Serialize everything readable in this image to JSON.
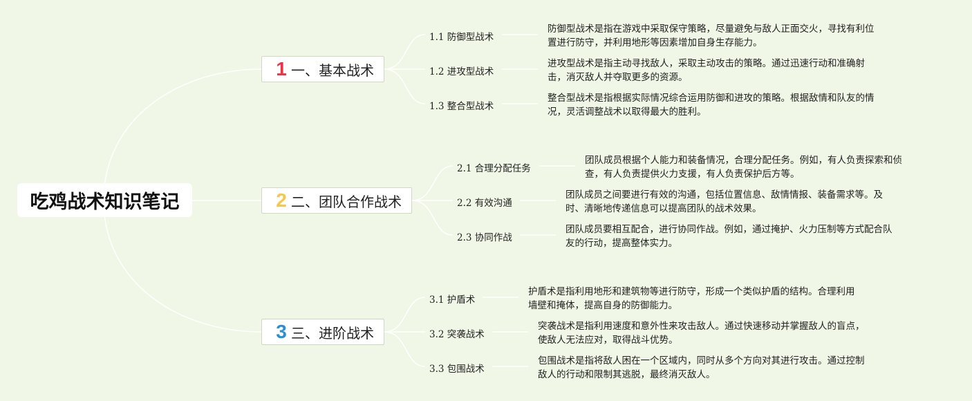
{
  "root": {
    "title": "吃鸡战术知识笔记"
  },
  "colors": {
    "background": "#f1f7e7",
    "connector": "#ffffff",
    "badge1": "#e8334a",
    "badge2": "#f5c74a",
    "badge3": "#2a8fd4"
  },
  "branches": [
    {
      "badge": "1",
      "label": "一、基本战术",
      "items": [
        {
          "label": "1.1 防御型战术",
          "desc_lines": [
            "防御型战术是指在游戏中采取保守策略，尽量避免与敌人正面交火，寻找有利位",
            "置进行防守，并利用地形等因素增加自身生存能力。"
          ]
        },
        {
          "label": "1.2 进攻型战术",
          "desc_lines": [
            "进攻型战术是指主动寻找敌人，采取主动攻击的策略。通过迅速行动和准确射",
            "击，消灭敌人并夺取更多的资源。"
          ]
        },
        {
          "label": "1.3 整合型战术",
          "desc_lines": [
            "整合型战术是指根据实际情况综合运用防御和进攻的策略。根据敌情和队友的情",
            "况，灵活调整战术以取得最大的胜利。"
          ]
        }
      ]
    },
    {
      "badge": "2",
      "label": "二、团队合作战术",
      "items": [
        {
          "label": "2.1 合理分配任务",
          "desc_lines": [
            "团队成员根据个人能力和装备情况，合理分配任务。例如，有人负责探索和侦",
            "查，有人负责提供火力支援，有人负责保护后方等。"
          ]
        },
        {
          "label": "2.2 有效沟通",
          "desc_lines": [
            "团队成员之间要进行有效的沟通，包括位置信息、敌情情报、装备需求等。及",
            "时、清晰地传递信息可以提高团队的战术效果。"
          ]
        },
        {
          "label": "2.3 协同作战",
          "desc_lines": [
            "团队成员要相互配合，进行协同作战。例如，通过掩护、火力压制等方式配合队",
            "友的行动，提高整体实力。"
          ]
        }
      ]
    },
    {
      "badge": "3",
      "label": "三、进阶战术",
      "items": [
        {
          "label": "3.1 护盾术",
          "desc_lines": [
            "护盾术是指利用地形和建筑物等进行防守，形成一个类似护盾的结构。合理利用",
            "墙壁和掩体，提高自身的防御能力。"
          ]
        },
        {
          "label": "3.2 突袭战术",
          "desc_lines": [
            "突袭战术是指利用速度和意外性来攻击敌人。通过快速移动并掌握敌人的盲点，",
            "使敌人无法应对，取得战斗优势。"
          ]
        },
        {
          "label": "3.3 包围战术",
          "desc_lines": [
            "包围战术是指将敌人困在一个区域内，同时从多个方向对其进行攻击。通过控制",
            "敌人的行动和限制其逃脱，最终消灭敌人。"
          ]
        }
      ]
    }
  ]
}
